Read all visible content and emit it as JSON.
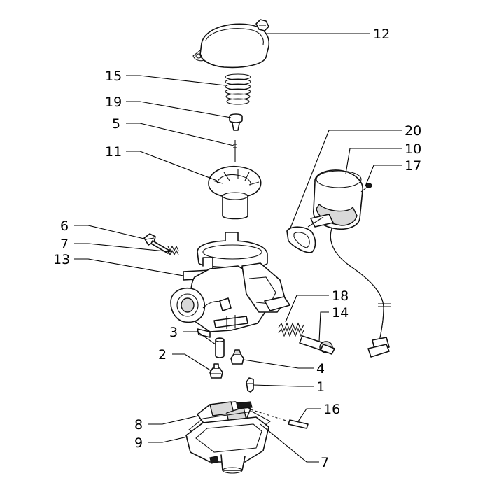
{
  "colors": {
    "line": "#111111",
    "background": "#ffffff",
    "shade": "#d9d9d9"
  },
  "callouts": [
    {
      "id": "c12a",
      "text": "12"
    },
    {
      "id": "c15",
      "text": "15"
    },
    {
      "id": "c19",
      "text": "19"
    },
    {
      "id": "c5",
      "text": "5"
    },
    {
      "id": "c11",
      "text": "11"
    },
    {
      "id": "c20",
      "text": "20"
    },
    {
      "id": "c10",
      "text": "10"
    },
    {
      "id": "c17",
      "text": "17"
    },
    {
      "id": "c6",
      "text": "6"
    },
    {
      "id": "c7a",
      "text": "7"
    },
    {
      "id": "c13",
      "text": "13"
    },
    {
      "id": "c18",
      "text": "18"
    },
    {
      "id": "c14",
      "text": "14"
    },
    {
      "id": "c3",
      "text": "3"
    },
    {
      "id": "c2",
      "text": "2"
    },
    {
      "id": "c4",
      "text": "4"
    },
    {
      "id": "c1",
      "text": "1"
    },
    {
      "id": "c16",
      "text": "16"
    },
    {
      "id": "c8",
      "text": "8"
    },
    {
      "id": "c9",
      "text": "9"
    },
    {
      "id": "c7b",
      "text": "7"
    }
  ]
}
